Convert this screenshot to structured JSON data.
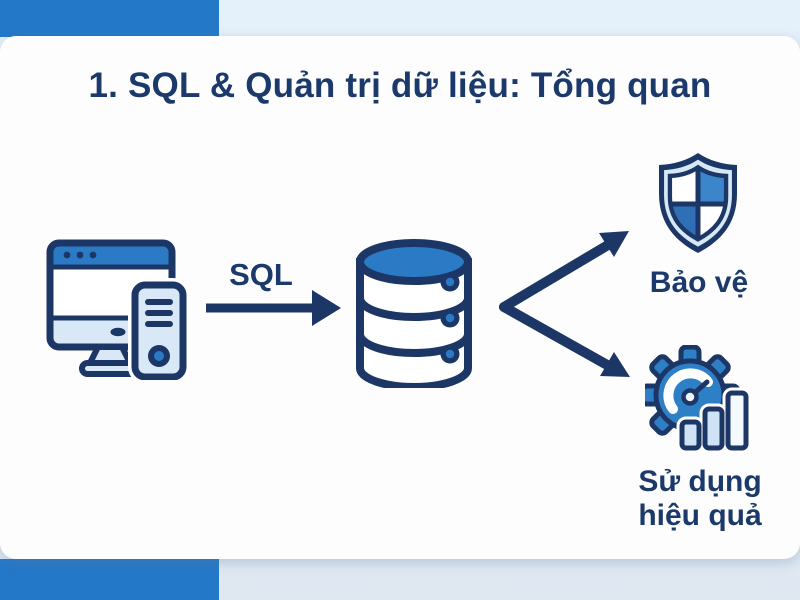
{
  "slide": {
    "title": "1. SQL & Quản trị dữ liệu: Tổng quan"
  },
  "diagram": {
    "source": {
      "icon": "computer-icon"
    },
    "flow_label": "SQL",
    "hub": {
      "icon": "database-icon"
    },
    "branches": [
      {
        "icon": "shield-icon",
        "label": "Bảo vệ"
      },
      {
        "icon": "efficiency-gauge-chart-icon",
        "label": "Sử dụng hiệu quả",
        "label_line1": "Sử dụng",
        "label_line2": "hiệu quả"
      }
    ]
  },
  "colors": {
    "accent_blue": "#2478c8",
    "navy_outline": "#1c3766",
    "title_navy": "#1b3a6b",
    "medium_blue": "#2b7ac6",
    "pale_icon_fill": "#d9e8f7",
    "page_background": "#e4f0fa",
    "card_background": "#fdfdfd"
  }
}
